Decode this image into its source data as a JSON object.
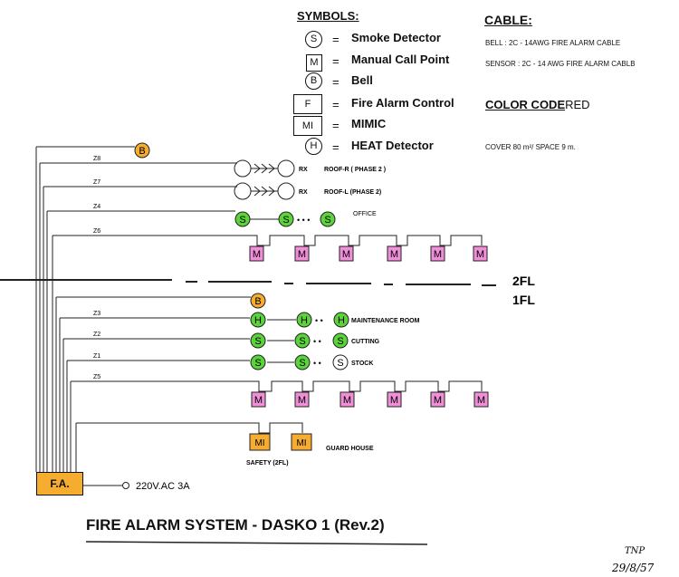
{
  "symbols": {
    "heading": "SYMBOLS:",
    "eq": "=",
    "items": [
      {
        "glyph": "S",
        "label": "Smoke Detector"
      },
      {
        "glyph": "M",
        "label": "Manual Call Point"
      },
      {
        "glyph": "B",
        "label": "Bell"
      },
      {
        "glyph": "F",
        "label": "Fire Alarm Control"
      },
      {
        "glyph": "MI",
        "label": "MIMIC"
      },
      {
        "glyph": "H",
        "label": "HEAT Detector"
      }
    ]
  },
  "cable": {
    "heading": "CABLE:",
    "bell": "BELL : 2C - 14AWG FIRE ALARM CABLE",
    "sensor": "SENSOR : 2C - 14 AWG FIRE ALARM CABLB",
    "color_coded": "COLOR CODE",
    "color_coded_suffix": "RED",
    "cover": "COVER 80 m²/ SPACE 9 m."
  },
  "zones": {
    "z8": "Z8",
    "z7": "Z7",
    "z4": "Z4",
    "z6": "Z6",
    "z3": "Z3",
    "z2": "Z2",
    "z1": "Z1",
    "z5": "Z5"
  },
  "devices": {
    "bell": "B",
    "smoke": "S",
    "manual": "M",
    "heat": "H",
    "mimic": "MI",
    "rx": "RX",
    "dots": "• • •",
    "dots2": "• •"
  },
  "labels": {
    "roof_r": "ROOF-R   ( PHASE 2 )",
    "roof_l": "ROOF-L  (PHASE 2)",
    "office": "OFFICE",
    "maintenance": "MAINTENANCE ROOM",
    "cutting": "CUTTING",
    "stock": "STOCK",
    "guard_house": "GUARD HOUSE",
    "safety": "SAFETY (2FL)"
  },
  "floors": {
    "upper": "2FL",
    "lower": "1FL"
  },
  "panel": {
    "label": "F.A.",
    "power": "220V.AC 3A"
  },
  "title": "FIRE ALARM SYSTEM - DASKO 1 (Rev.2)",
  "signature": {
    "initials": "TNP",
    "date": "29/8/57"
  },
  "colors": {
    "smoke": "#5bd33a",
    "manual": "#f08fd8",
    "bell": "#f5ac2f",
    "mimic": "#f5ac2f",
    "line": "#222222"
  }
}
